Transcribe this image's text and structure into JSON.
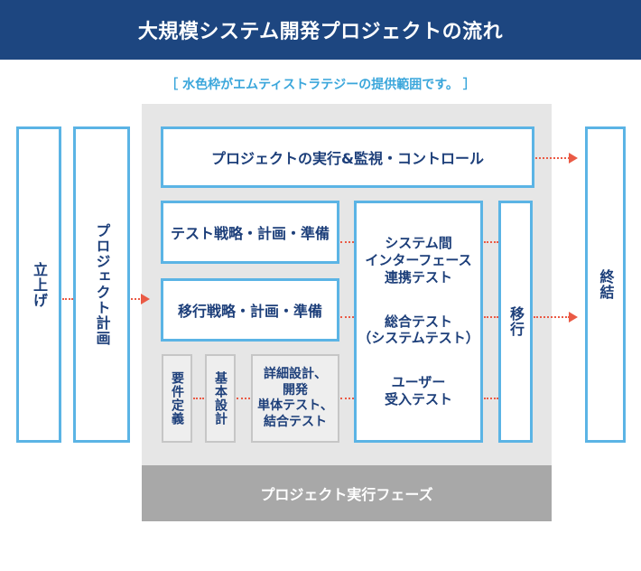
{
  "header": {
    "title": "大規模システム開発プロジェクトの流れ"
  },
  "note": "［ 水色枠がエムティストラテジーの提供範囲です。 ］",
  "phases": {
    "launch": "立上げ",
    "planning": "プロジェクト計画",
    "control": "プロジェクトの実行&監視・コントロール",
    "test_strategy": "テスト戦略・計画・準備",
    "migration_strategy": "移行戦略・計画・準備",
    "requirements": "要件定義",
    "basic_design": "基本設計",
    "detail_design_lines": [
      "詳細設計、",
      "開発",
      "単体テスト、",
      "結合テスト"
    ],
    "integration_test_lines": [
      "システム間",
      "インターフェース",
      "連携テスト"
    ],
    "system_test_lines": [
      "総合テスト",
      "（システムテスト）"
    ],
    "user_test_lines": [
      "ユーザー",
      "受入テスト"
    ],
    "migration": "移行",
    "closing": "終結",
    "execution_phase": "プロジェクト実行フェーズ"
  },
  "colors": {
    "header_bg": "#1d4680",
    "box_border": "#5bb4e5",
    "phase_bar": "#a8a8a8",
    "arrow": "#ea5a45"
  }
}
